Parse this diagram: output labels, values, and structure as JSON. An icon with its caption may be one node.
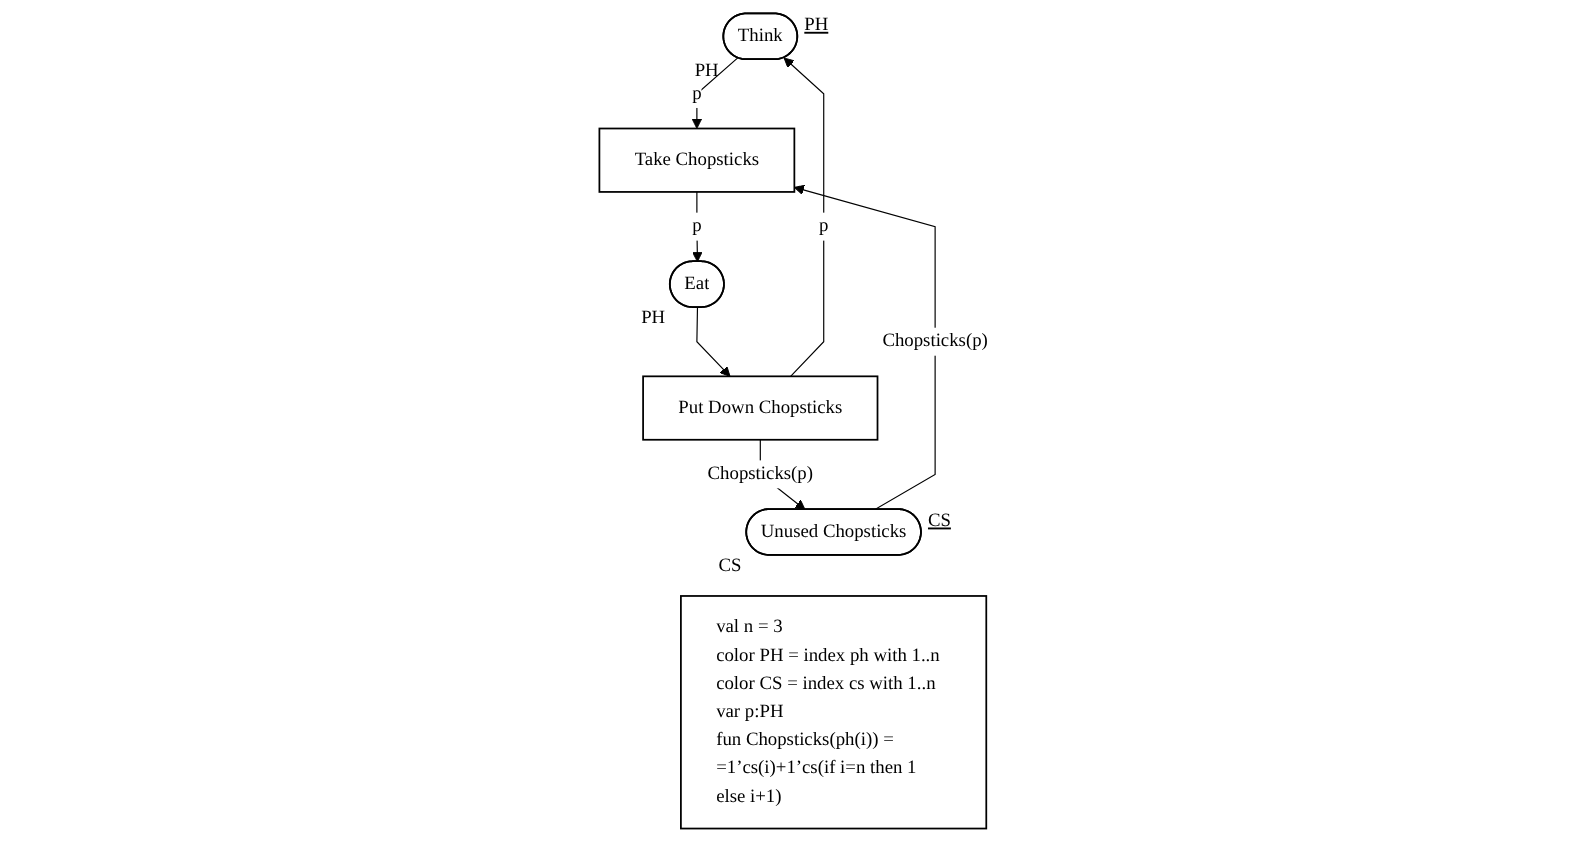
{
  "diagram": {
    "nodes": [
      {
        "text": [
          "Think"
        ],
        "beside": [
          "PH",
          "PH"
        ]
      },
      {
        "text": [
          "Take Chopsticks"
        ]
      },
      {
        "text": [
          "Unused Chopsticks"
        ],
        "beside": [
          "CS",
          "CS"
        ]
      },
      {
        "text": [
          "Eat"
        ],
        "beside": [
          "PH"
        ]
      },
      {
        "text": [
          "Put Down Chopsticks"
        ]
      },
      {
        "text": [
          "val n = 3",
          "color PH = index ph with 1..n",
          "color CS = index cs with 1..n",
          "var p:PH",
          "fun Chopsticks(ph(i)) = =1’cs(i)+1’cs(if i=n then 1 else i+1)"
        ]
      }
    ],
    "edges": [
      {
        "from": 0,
        "to": 1,
        "arrow": "to",
        "label": "p"
      },
      {
        "from": 2,
        "to": 1,
        "arrow": "to",
        "label": "Chopsticks(p)"
      },
      {
        "from": 1,
        "to": 3,
        "arrow": "to",
        "label": "p"
      },
      {
        "from": 3,
        "to": 4,
        "arrow": "to"
      },
      {
        "from": 4,
        "to": 0,
        "arrow": "to",
        "label": "p"
      },
      {
        "from": 4,
        "to": 2,
        "arrow": "to",
        "label": "Chopsticks(p)"
      }
    ]
  }
}
